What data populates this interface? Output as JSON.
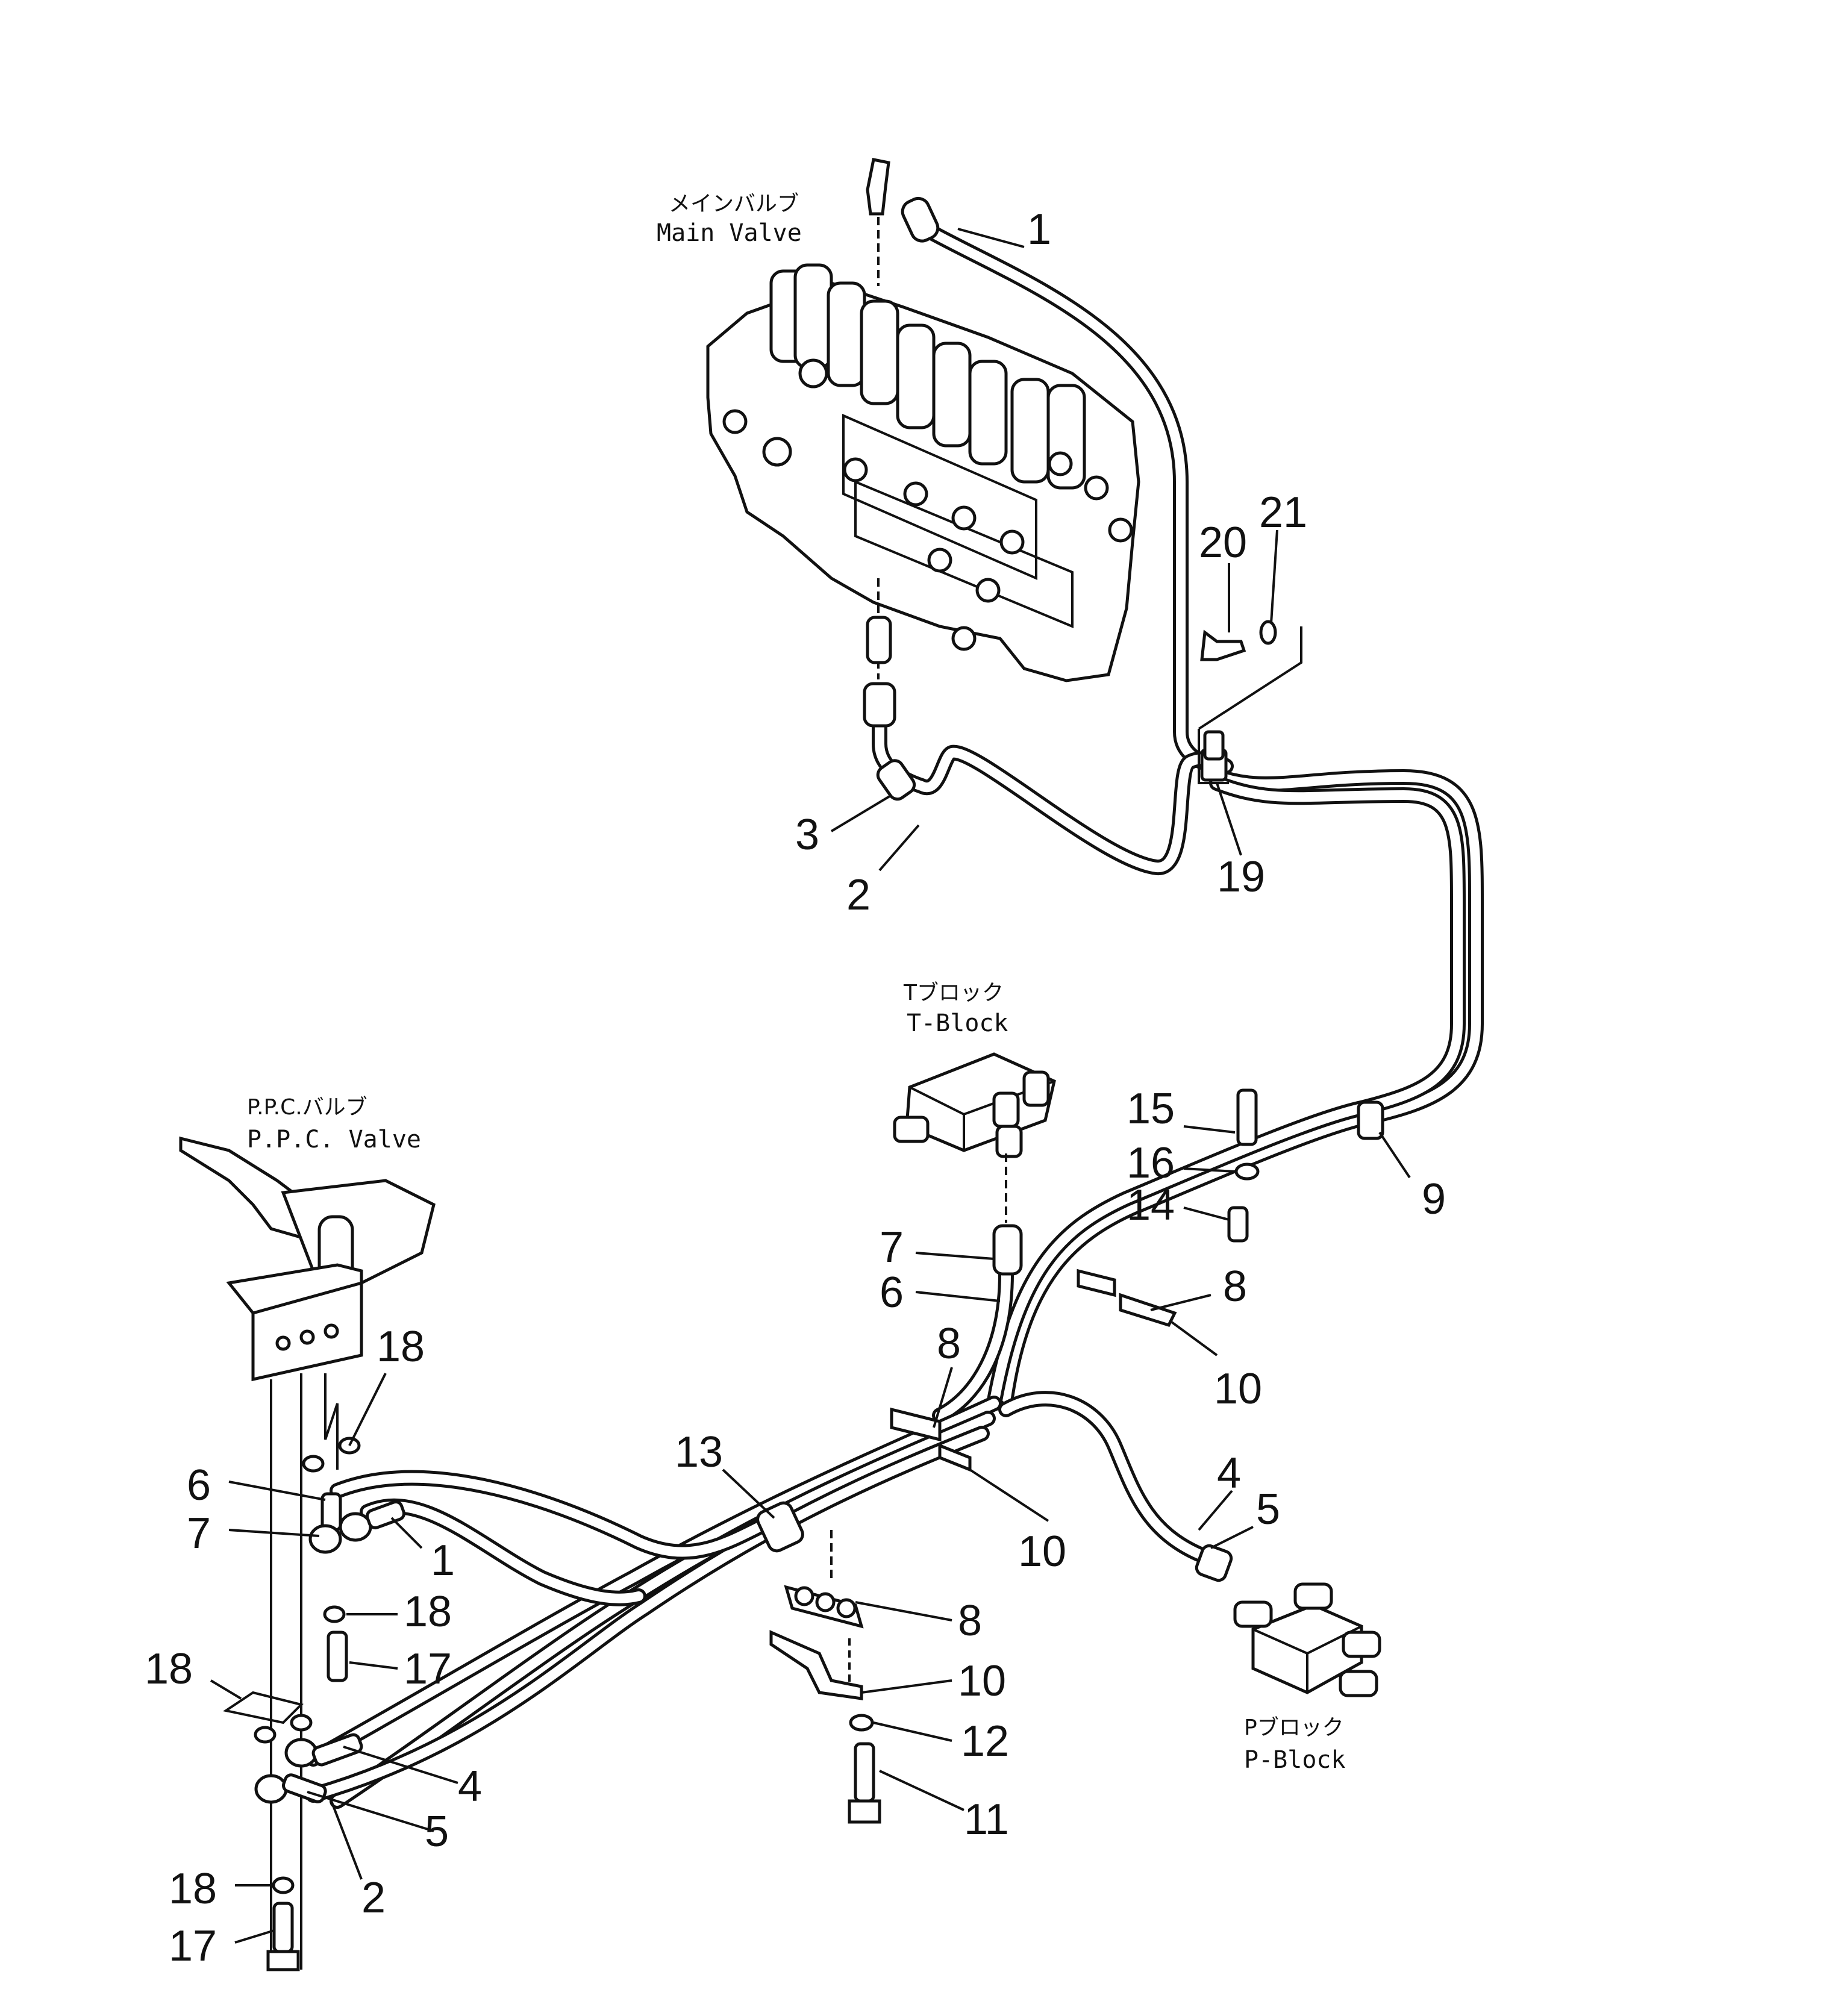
{
  "captions": {
    "main_valve_jp": "メインバルブ",
    "main_valve_en": "Main Valve",
    "t_block_jp": "Tブロック",
    "t_block_en": "T-Block",
    "ppc_valve_jp": "P.P.C.バルブ",
    "ppc_valve_en": "P.P.C. Valve",
    "p_block_jp": "Pブロック",
    "p_block_en": "P-Block"
  },
  "callouts": {
    "c1_top": "1",
    "c20": "20",
    "c21": "21",
    "c3_top": "3",
    "c2_top": "2",
    "c19": "19",
    "c15": "15",
    "c16": "16",
    "c14": "14",
    "c9": "9",
    "c7_mid": "7",
    "c6_mid": "6",
    "c8_right": "8",
    "c10_right": "10",
    "c8_mid": "8",
    "c13": "13",
    "c10_mid": "10",
    "c4_right": "4",
    "c5_right": "5",
    "c18_a": "18",
    "c6_left": "6",
    "c7_left": "7",
    "c1_left": "1",
    "c18_b": "18",
    "c17_a": "17",
    "c18_c": "18",
    "c8_low": "8",
    "c10_low": "10",
    "c12": "12",
    "c11": "11",
    "c4_left": "4",
    "c5_left": "5",
    "c2_left": "2",
    "c18_d": "18",
    "c17_b": "17"
  }
}
